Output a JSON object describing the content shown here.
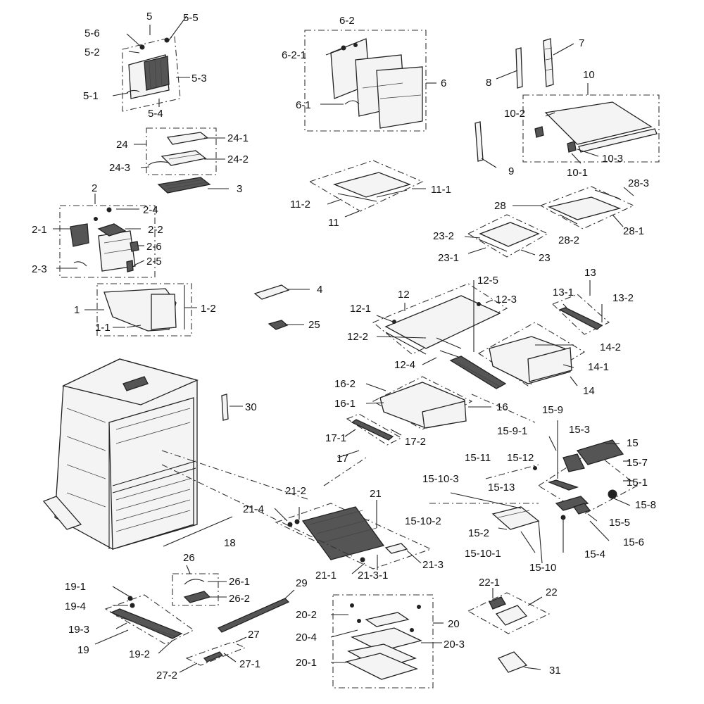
{
  "labels": {
    "l5": "5",
    "l5_5": "5-5",
    "l5_6": "5-6",
    "l5_2": "5-2",
    "l5_3": "5-3",
    "l5_1": "5-1",
    "l5_4": "5-4",
    "l6_2": "6-2",
    "l6_2_1": "6-2-1",
    "l6": "6",
    "l6_1": "6-1",
    "l7": "7",
    "l8": "8",
    "l9": "9",
    "l10": "10",
    "l10_2": "10-2",
    "l10_3": "10-3",
    "l10_1": "10-1",
    "l24": "24",
    "l24_1": "24-1",
    "l24_2": "24-2",
    "l24_3": "24-3",
    "l3": "3",
    "l2": "2",
    "l2_4": "2-4",
    "l2_1": "2-1",
    "l2_2": "2-2",
    "l2_6": "2-6",
    "l2_3": "2-3",
    "l2_5": "2-5",
    "l11": "11",
    "l11_1": "11-1",
    "l11_2": "11-2",
    "l28": "28",
    "l28_3": "28-3",
    "l28_1": "28-1",
    "l28_2": "28-2",
    "l23": "23",
    "l23_1": "23-1",
    "l23_2": "23-2",
    "l1": "1",
    "l1_1": "1-1",
    "l1_2": "1-2",
    "l4": "4",
    "l25": "25",
    "l12": "12",
    "l12_1": "12-1",
    "l12_2": "12-2",
    "l12_3": "12-3",
    "l12_4": "12-4",
    "l12_5": "12-5",
    "l13": "13",
    "l13_1": "13-1",
    "l13_2": "13-2",
    "l14": "14",
    "l14_1": "14-1",
    "l14_2": "14-2",
    "l16": "16",
    "l16_1": "16-1",
    "l16_2": "16-2",
    "l17": "17",
    "l17_1": "17-1",
    "l17_2": "17-2",
    "l30": "30",
    "l18": "18",
    "l15": "15",
    "l15_1": "15-1",
    "l15_3": "15-3",
    "l15_4": "15-4",
    "l15_5": "15-5",
    "l15_6": "15-6",
    "l15_7": "15-7",
    "l15_8": "15-8",
    "l15_9": "15-9",
    "l15_9_1": "15-9-1",
    "l15_10": "15-10",
    "l15_10_1": "15-10-1",
    "l15_10_2": "15-10-2",
    "l15_10_3": "15-10-3",
    "l15_11": "15-11",
    "l15_12": "15-12",
    "l15_13": "15-13",
    "l15_2": "15-2",
    "l21": "21",
    "l21_1": "21-1",
    "l21_2": "21-2",
    "l21_3": "21-3",
    "l21_3_1": "21-3-1",
    "l21_4": "21-4",
    "l26": "26",
    "l26_1": "26-1",
    "l26_2": "26-2",
    "l19": "19",
    "l19_1": "19-1",
    "l19_2": "19-2",
    "l19_3": "19-3",
    "l19_4": "19-4",
    "l29": "29",
    "l27": "27",
    "l27_1": "27-1",
    "l27_2": "27-2",
    "l20": "20",
    "l20_1": "20-1",
    "l20_2": "20-2",
    "l20_3": "20-3",
    "l20_4": "20-4",
    "l22": "22",
    "l22_1": "22-1",
    "l31": "31"
  }
}
